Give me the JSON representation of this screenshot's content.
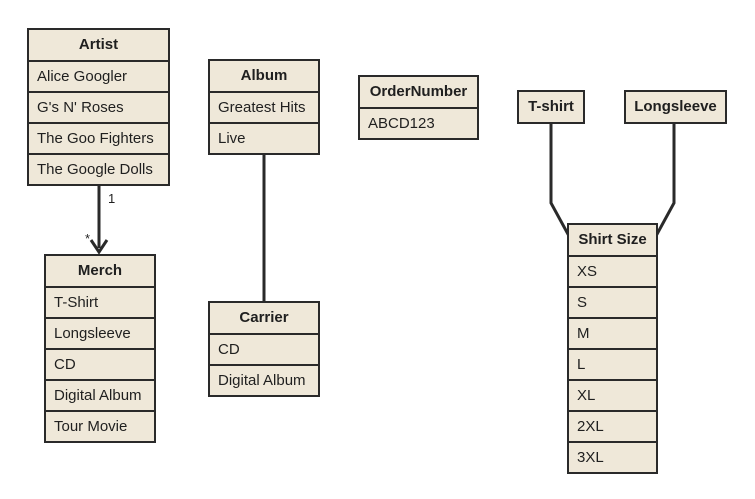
{
  "entities": {
    "artist": {
      "title": "Artist",
      "items": [
        "Alice Googler",
        "G's N' Roses",
        "The Goo Fighters",
        "The Google Dolls"
      ]
    },
    "album": {
      "title": "Album",
      "items": [
        "Greatest Hits",
        "Live"
      ]
    },
    "order": {
      "title": "OrderNumber",
      "items": [
        "ABCD123"
      ]
    },
    "tshirt": {
      "title": "T-shirt"
    },
    "longsleeve": {
      "title": "Longsleeve"
    },
    "merch": {
      "title": "Merch",
      "items": [
        "T-Shirt",
        "Longsleeve",
        "CD",
        "Digital Album",
        "Tour Movie"
      ]
    },
    "carrier": {
      "title": "Carrier",
      "items": [
        "CD",
        "Digital Album"
      ]
    },
    "shirtsize": {
      "title": "Shirt Size",
      "items": [
        "XS",
        "S",
        "M",
        "L",
        "XL",
        "2XL",
        "3XL"
      ]
    }
  },
  "relations": {
    "artist_merch": {
      "source_multiplicity": "1",
      "target_multiplicity": "*"
    }
  }
}
